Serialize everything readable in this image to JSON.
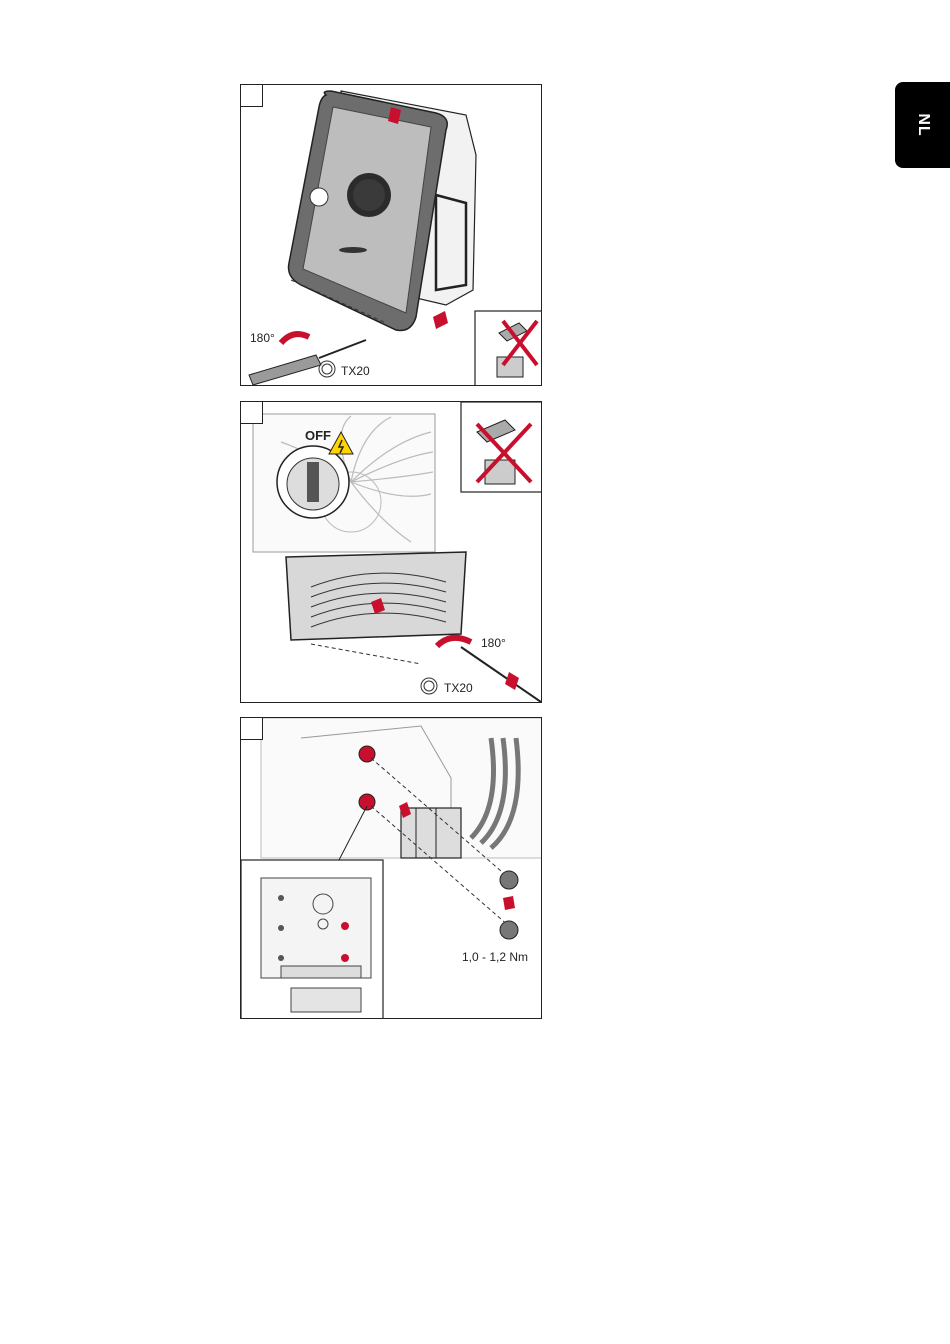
{
  "language_tab": "NL",
  "steps": [
    {
      "rotation_label": "180°",
      "tool_label": "TX20"
    },
    {
      "switch_label": "OFF",
      "rotation_label": "180°",
      "tool_label": "TX20"
    },
    {
      "torque_label": "1,0 - 1,2 Nm"
    }
  ],
  "colors": {
    "accent_red": "#c8102e",
    "line": "#222222",
    "device_grey": "#8a8a8a"
  }
}
